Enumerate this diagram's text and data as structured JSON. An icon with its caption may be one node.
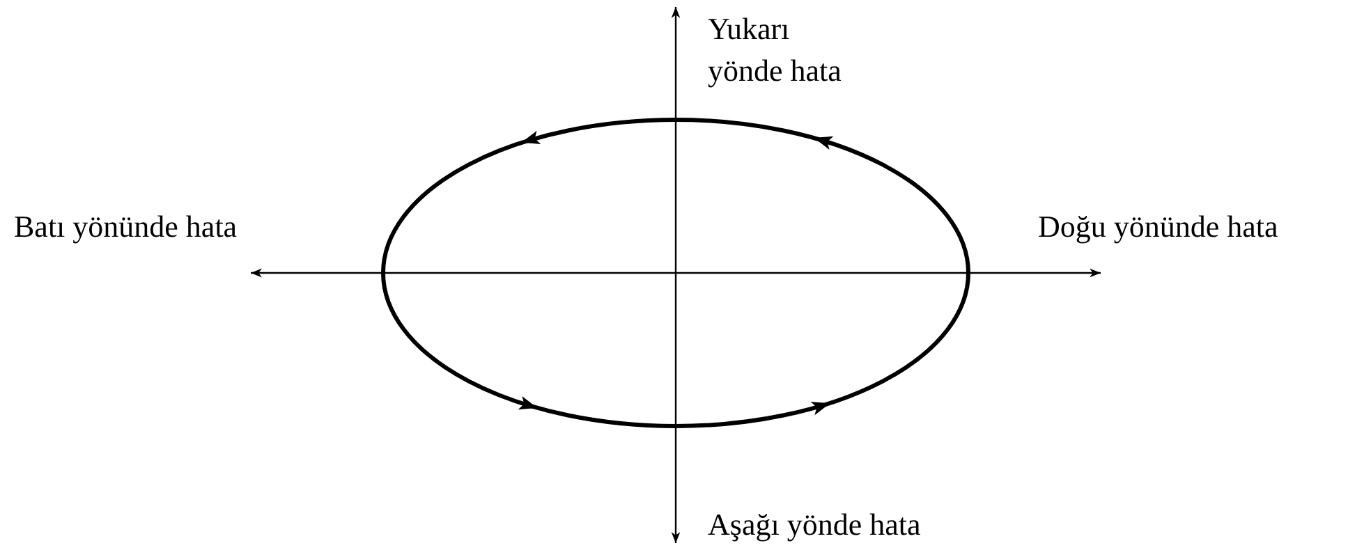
{
  "diagram": {
    "labels": [
      "Yukarı yönde hata",
      "Batı yönünde hata",
      "Doğu yönünde hata",
      "Aşağı yönde hata"
    ]
  }
}
